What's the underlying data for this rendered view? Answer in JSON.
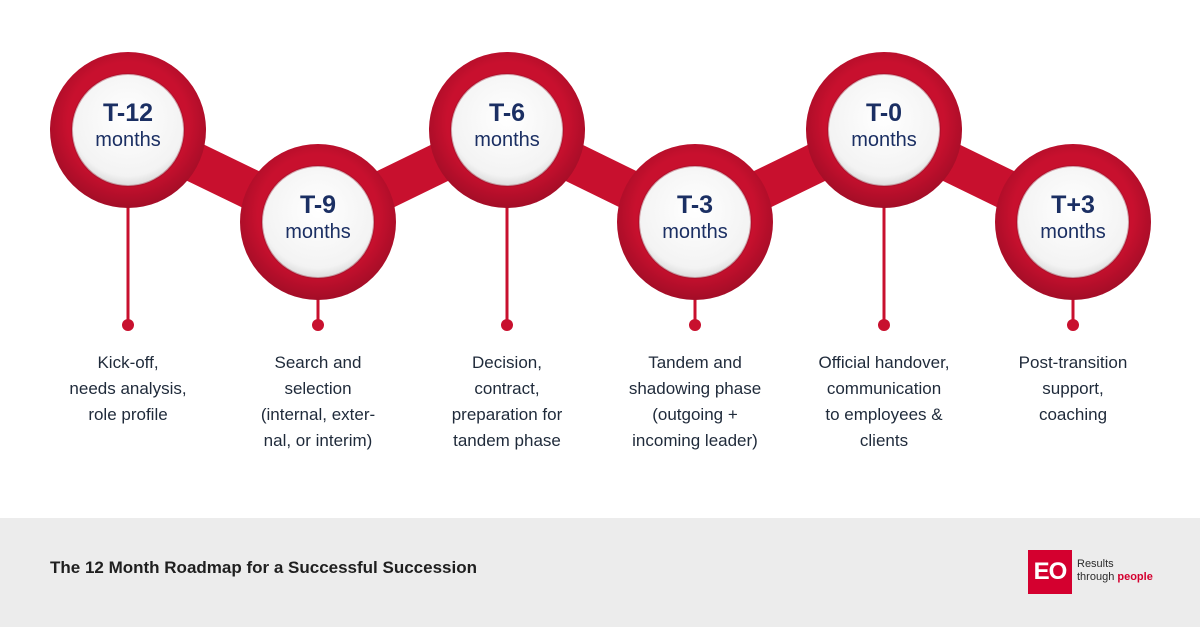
{
  "roadmap": {
    "milestones": [
      {
        "time": "T-12",
        "unit": "months",
        "description": "Kick-off,\nneeds analysis,\nrole profile"
      },
      {
        "time": "T-9",
        "unit": "months",
        "description": "Search and\nselection\n(internal, exter-\nnal, or interim)"
      },
      {
        "time": "T-6",
        "unit": "months",
        "description": "Decision,\ncontract,\npreparation for\ntandem phase"
      },
      {
        "time": "T-3",
        "unit": "months",
        "description": "Tandem and\nshadowing phase\n(outgoing +\nincoming leader)"
      },
      {
        "time": "T-0",
        "unit": "months",
        "description": "Official handover,\ncommunication\nto employees &\nclients"
      },
      {
        "time": "T+3",
        "unit": "months",
        "description": "Post-transition\nsupport,\ncoaching"
      }
    ]
  },
  "footer": {
    "title": "The 12 Month Roadmap for a Successful Succession",
    "logo_mark": "EO",
    "logo_line1": "Results",
    "logo_line2_prefix": "through ",
    "logo_line2_accent": "people"
  },
  "colors": {
    "accent_red": "#c8102e",
    "dark_red": "#a30d27",
    "navy_text": "#1b2f63",
    "footer_bg": "#ececec"
  }
}
